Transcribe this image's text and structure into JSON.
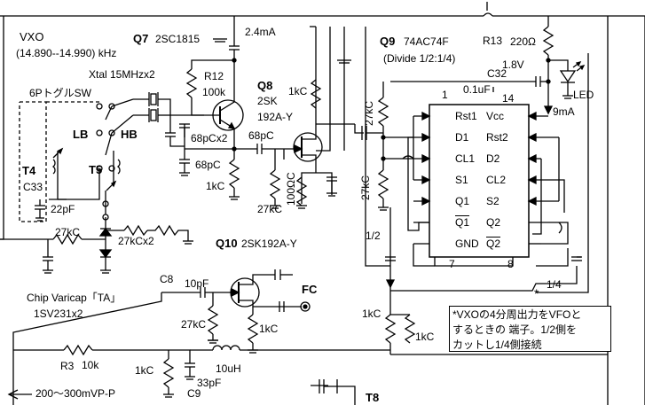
{
  "vxo": {
    "title": "VXO",
    "range": "(14.890--14.990) kHz",
    "xtal": "Xtal 15MHzx2",
    "switch": "6PトグルSW",
    "lb": "LB",
    "hb": "HB",
    "t4": "T4",
    "t5": "T5",
    "c33": "C33",
    "c22": "22pF",
    "r27a": "27kC",
    "r27x2": "27kCx2",
    "varicap1": "Chip Varicap「TA」",
    "varicap2": "1SV231x2"
  },
  "q7": {
    "name": "Q7",
    "part": "2SC1815",
    "current": "2.4mA",
    "r12": "R12",
    "r12v": "100k",
    "c68x2": "68pCx2",
    "c68": "68pC",
    "r1k": "1kC"
  },
  "q8": {
    "name": "Q8",
    "part1": "2SK",
    "part2": "192A-Y",
    "c68": "68pC",
    "r1k": "1kC",
    "r27": "27kC",
    "r100": "100ΩC"
  },
  "q9": {
    "name": "Q9",
    "part": "74AC74F",
    "divide": "(Divide 1/2:1/4)",
    "c32": "C32",
    "cap": "0.1uF",
    "r27a": "27kC",
    "r27b": "27kC"
  },
  "ic": {
    "pin1": "1",
    "pin14": "14",
    "pin7": "7",
    "pin8": "8",
    "left_pins": [
      "Rst1",
      "D1",
      "CL1",
      "S1",
      "Q1",
      "Q1",
      "GND"
    ],
    "right_pins": [
      "Vcc",
      "Rst2",
      "D2",
      "CL2",
      "S2",
      "Q2",
      "Q2"
    ]
  },
  "power": {
    "r13": "R13",
    "r13v": "220Ω",
    "v18": "1.8V",
    "led": "LED",
    "current": "9mA"
  },
  "q10": {
    "name": "Q10",
    "part": "2SK192A-Y",
    "c8": "C8",
    "c8v": "10pF",
    "r27": "27kC",
    "r1k": "1kC",
    "fc": "FC"
  },
  "div": {
    "half": "1/2",
    "quarter": "1/4",
    "star": "*",
    "r1ka": "1kC",
    "r1kb": "1kC"
  },
  "note": {
    "line1": "*VXOの4分周出力をVFOと",
    "line2": "するときの 端子。1/2側を",
    "line3": "カットし1/4側接続"
  },
  "bottom": {
    "r3": "R3",
    "r3v": "10k",
    "r1k": "1kC",
    "l": "10uH",
    "c33": "33pF",
    "c9": "C9",
    "level": "200〜300mVP-P",
    "t8": "T8"
  }
}
